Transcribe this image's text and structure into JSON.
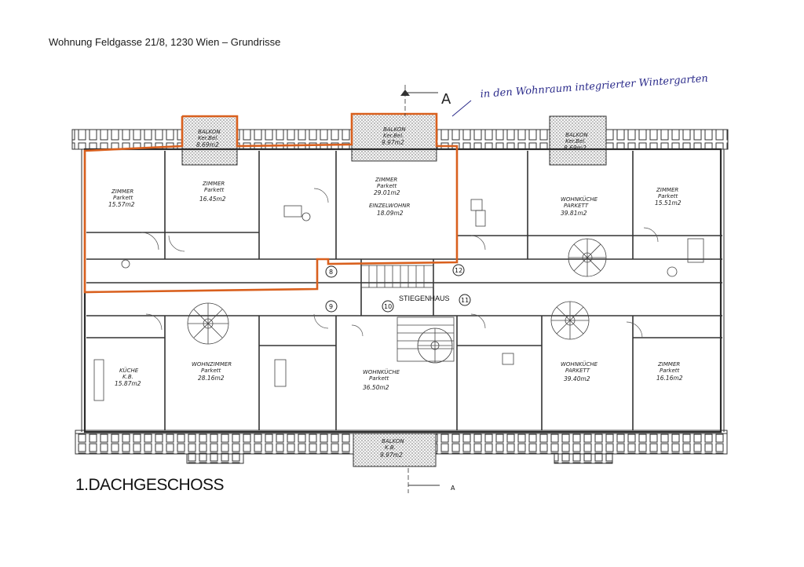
{
  "document": {
    "title": "Wohnung Feldgasse 21/8, 1230 Wien – Grundrisse",
    "floor_label": "1.DACHGESCHOSS"
  },
  "annotation": {
    "section_marker": "A",
    "handwritten_note": "in den Wohnraum integrierter Wintergarten"
  },
  "stairwell_label": "STIEGENHAUS",
  "unit_numbers": [
    "8",
    "9",
    "10",
    "11",
    "12"
  ],
  "rooms": {
    "balkon_left": {
      "name": "BALKON",
      "floor": "Ker.Bel.",
      "area": "8.69m2"
    },
    "balkon_center": {
      "name": "BALKON",
      "floor": "Ker.Bel.",
      "area": "9.97m2"
    },
    "balkon_right": {
      "name": "BALKON",
      "floor": "Ker.Bel.",
      "area": "8.69m2"
    },
    "balkon_bottom": {
      "name": "BALKON",
      "floor": "K.B.",
      "area": "9.97m2"
    },
    "zimmer_1": {
      "name": "ZIMMER",
      "floor": "Parkett",
      "area": "15.57m2"
    },
    "zimmer_2": {
      "name": "ZIMMER",
      "floor": "Parkett",
      "area": "16.45m2"
    },
    "zimmer_3": {
      "name": "ZIMMER",
      "floor": "Parkett",
      "area": "29.01m2"
    },
    "einzelwohnr": {
      "name": "EINZELWOHNR",
      "area": "18.09m2"
    },
    "wohnkueche_tr": {
      "name": "WOHNKÜCHE",
      "floor": "PARKETT",
      "area": "39.81m2"
    },
    "zimmer_tr": {
      "name": "ZIMMER",
      "floor": "Parkett",
      "area": "15.51m2"
    },
    "kueche_bl": {
      "name": "KÜCHE",
      "floor": "K.B.",
      "area": "15.87m2"
    },
    "wohnzimmer": {
      "name": "WOHNZIMMER",
      "floor": "Parkett",
      "area": "28.16m2"
    },
    "wohnkueche_bc": {
      "name": "WOHNKÜCHE",
      "floor": "Parkett",
      "area": "36.50m2"
    },
    "wohnkueche_br": {
      "name": "WOHNKÜCHE",
      "floor": "PARKETT",
      "area": "39.40m2"
    },
    "zimmer_br": {
      "name": "ZIMMER",
      "floor": "Parkett",
      "area": "16.16m2"
    }
  },
  "colors": {
    "highlight": "#d9601e",
    "lines": "#2b2b2b",
    "hatch": "#777777",
    "annotation_ink": "#2a2a8a"
  }
}
